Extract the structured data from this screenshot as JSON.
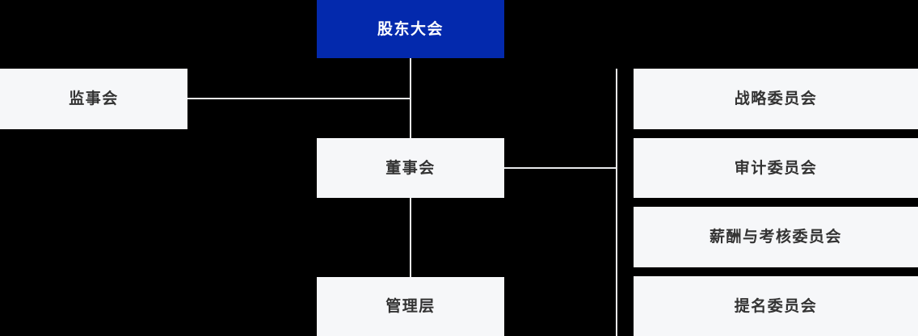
{
  "chart": {
    "title_text": "",
    "colors": {
      "root_bg": "#0329AD",
      "root_text": "#FFFFFF",
      "node_bg": "#F6F7F9",
      "node_text": "#333333",
      "connector": "#E8E9EB",
      "canvas_bg": "#000000"
    },
    "nodes": {
      "shareholders_meeting": "股东大会",
      "board_of_supervisors": "监事会",
      "board_of_directors": "董事会",
      "management": "管理层"
    },
    "committees": [
      {
        "label": "战略委员会"
      },
      {
        "label": "审计委员会"
      },
      {
        "label": "薪酬与考核委员会"
      },
      {
        "label": "提名委员会"
      }
    ]
  }
}
